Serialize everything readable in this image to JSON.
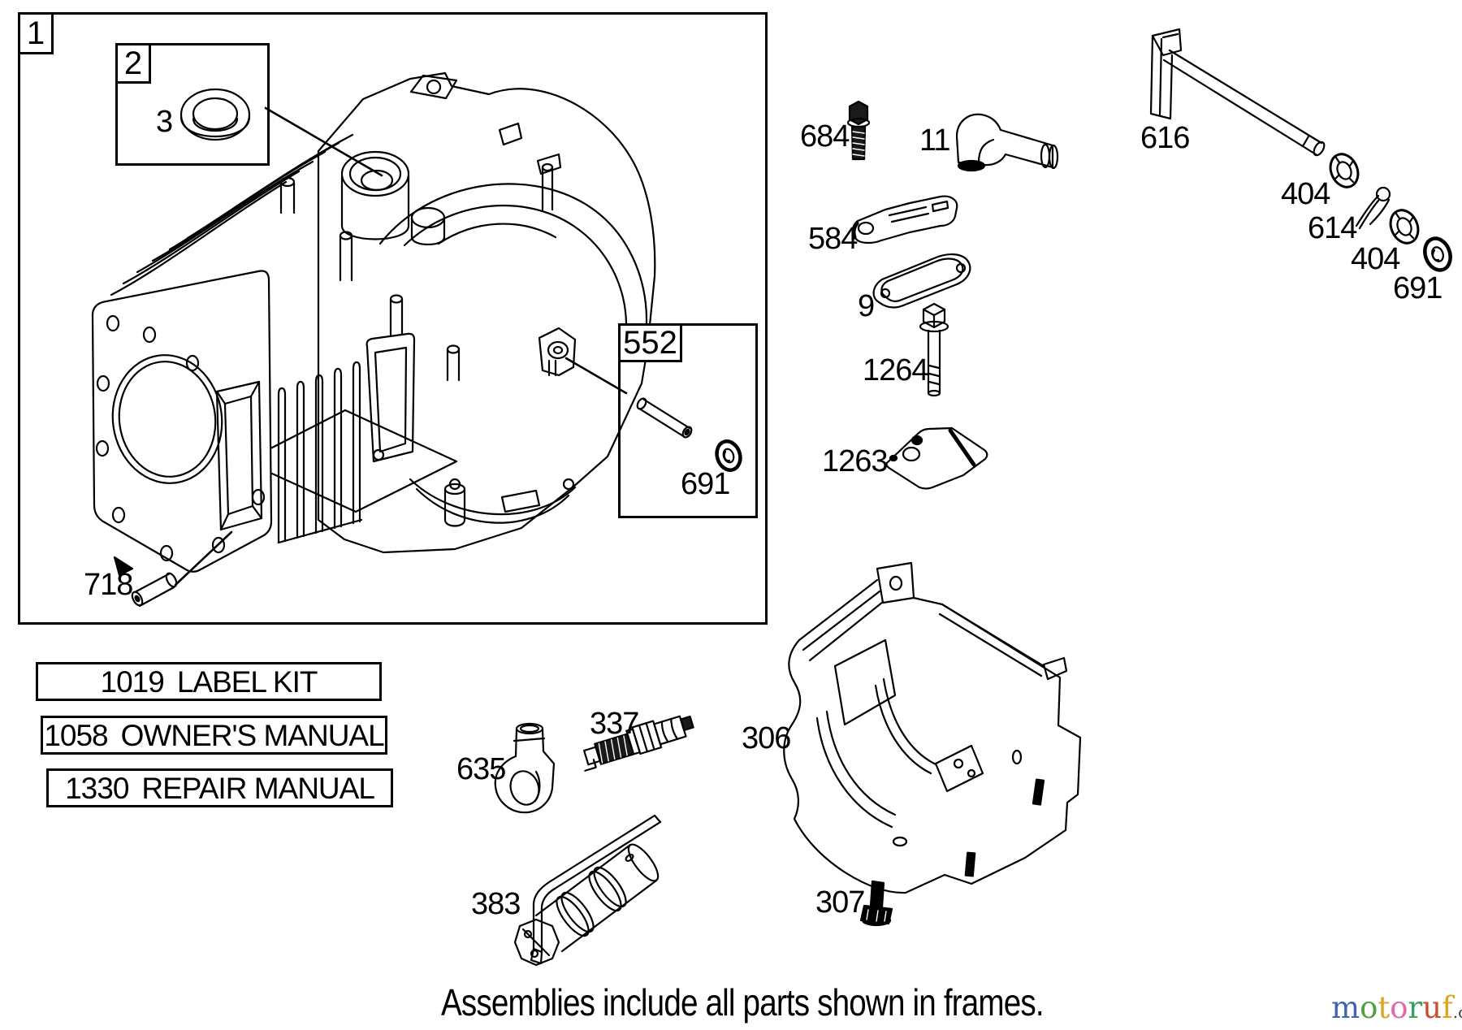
{
  "drawing": {
    "ink": "#000000",
    "background": "#ffffff"
  },
  "frames": {
    "frame1_label": "1",
    "frame2_label": "2",
    "frame552_label": "552"
  },
  "part_labels": [
    {
      "name": "part-3",
      "text": "3"
    },
    {
      "name": "part-718",
      "text": "718"
    },
    {
      "name": "part-691-frame",
      "text": "691"
    },
    {
      "name": "part-684",
      "text": "684"
    },
    {
      "name": "part-11",
      "text": "11"
    },
    {
      "name": "part-584",
      "text": "584"
    },
    {
      "name": "part-9",
      "text": "9"
    },
    {
      "name": "part-1264",
      "text": "1264"
    },
    {
      "name": "part-1263",
      "text": "1263"
    },
    {
      "name": "part-616",
      "text": "616"
    },
    {
      "name": "part-404-a",
      "text": "404"
    },
    {
      "name": "part-614",
      "text": "614"
    },
    {
      "name": "part-404-b",
      "text": "404"
    },
    {
      "name": "part-691-right",
      "text": "691"
    },
    {
      "name": "part-306",
      "text": "306"
    },
    {
      "name": "part-307",
      "text": "307"
    },
    {
      "name": "part-635",
      "text": "635"
    },
    {
      "name": "part-337",
      "text": "337"
    },
    {
      "name": "part-383",
      "text": "383"
    }
  ],
  "manuals": [
    {
      "number": "1019",
      "name": "LABEL KIT"
    },
    {
      "number": "1058",
      "name": "OWNER'S MANUAL"
    },
    {
      "number": "1330",
      "name": "REPAIR MANUAL"
    }
  ],
  "caption": "Assemblies include all parts shown in frames.",
  "watermark": {
    "letters": [
      {
        "ch": "m",
        "color": "#4063b8"
      },
      {
        "ch": "o",
        "color": "#4ea13e"
      },
      {
        "ch": "t",
        "color": "#d9a428"
      },
      {
        "ch": "o",
        "color": "#e468a9"
      },
      {
        "ch": "r",
        "color": "#33a263"
      },
      {
        "ch": "u",
        "color": "#cb4e2b"
      },
      {
        "ch": "f",
        "color": "#dfa31e"
      }
    ],
    "suffix": ".de",
    "suffix_color": "#444444"
  }
}
